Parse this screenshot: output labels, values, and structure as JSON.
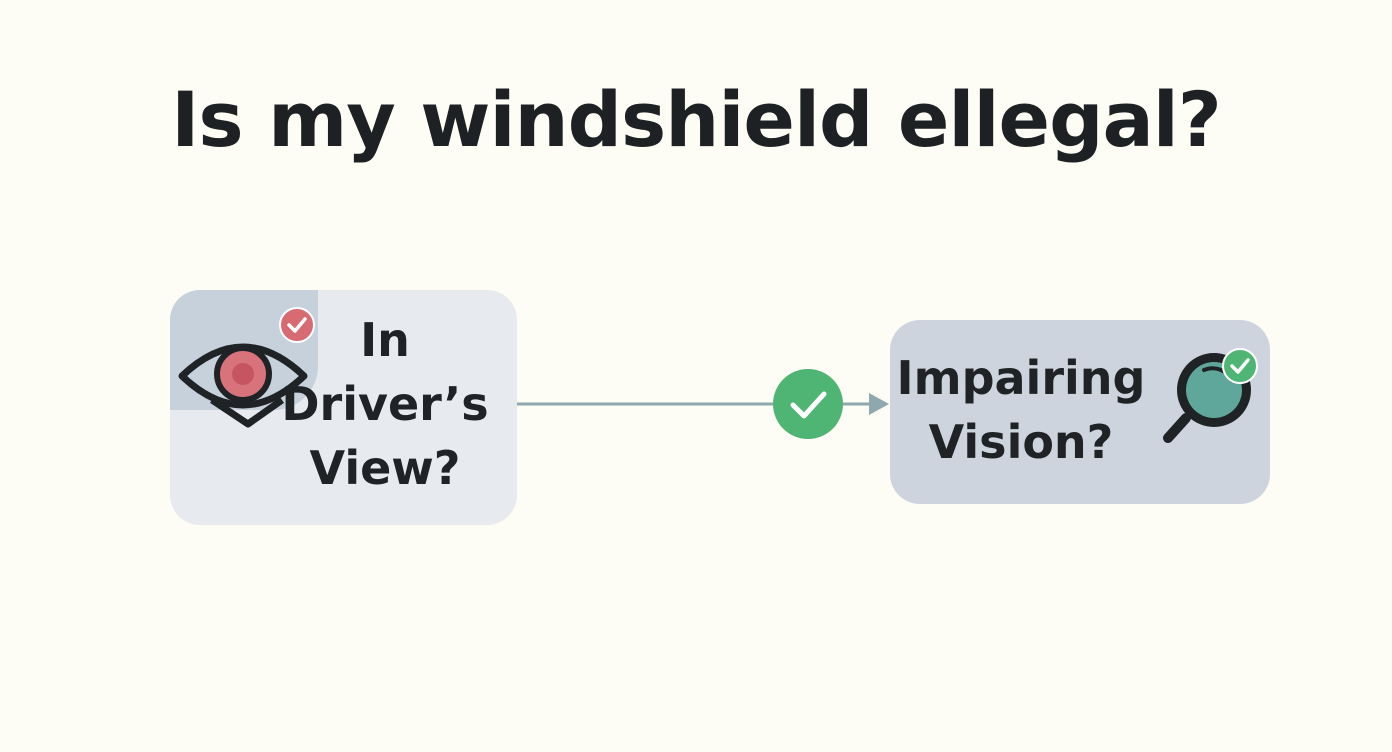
{
  "title": "Is my windshield ellegal?",
  "nodes": {
    "left": {
      "lines": [
        "In",
        "Driver’s",
        "View?"
      ],
      "icon": "eye-icon",
      "badge": "check-badge-icon"
    },
    "right": {
      "lines": [
        "Impairing",
        "Vision?"
      ],
      "icon": "magnifier-icon",
      "badge": "check-badge-icon"
    }
  },
  "connector": {
    "icon": "check-circle-icon"
  },
  "colors": {
    "background": "#fdfcf5",
    "left_node": "#e7eaee",
    "left_node_shade": "#c6d1dc",
    "right_node": "#cdd4dd",
    "check_green": "#4fb574",
    "badge_red": "#d86a74",
    "eye_pupil": "#d9737b",
    "lens_teal": "#5fa79a",
    "connector_line": "#8fa7ae"
  }
}
